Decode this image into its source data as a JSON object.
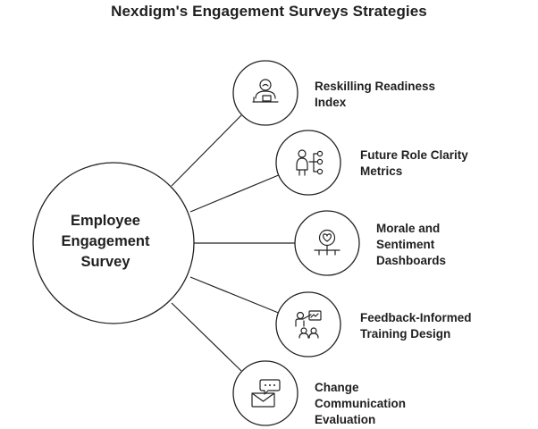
{
  "title": "Nexdigm's Engagement Surveys Strategies",
  "center": {
    "lines": [
      "Employee",
      "Engagement",
      "Survey"
    ]
  },
  "items": [
    {
      "icon": "person-at-desk-icon",
      "lines": [
        "Reskilling Readiness",
        "Index"
      ]
    },
    {
      "icon": "role-hierarchy-icon",
      "lines": [
        "Future Role Clarity",
        "Metrics"
      ]
    },
    {
      "icon": "heart-dashboard-icon",
      "lines": [
        "Morale and",
        "Sentiment",
        "Dashboards"
      ]
    },
    {
      "icon": "training-presentation-icon",
      "lines": [
        "Feedback-Informed",
        "Training Design"
      ]
    },
    {
      "icon": "envelope-chat-icon",
      "lines": [
        "Change",
        "Communication",
        "Evaluation"
      ]
    }
  ],
  "colors": {
    "stroke": "#222222",
    "text": "#1f1f1f",
    "background": "#ffffff"
  }
}
